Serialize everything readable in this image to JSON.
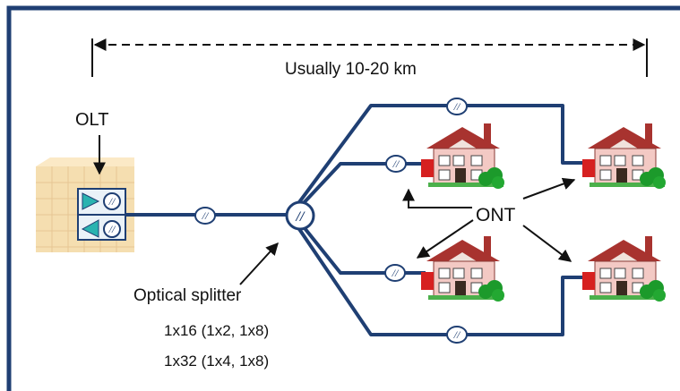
{
  "labels": {
    "distance": "Usually 10-20 km",
    "olt": "OLT",
    "ont": "ONT",
    "splitter": "Optical splitter",
    "config_1": "1x16 (1x2, 1x8)",
    "config_2": "1x32 (1x4, 1x8)",
    "fiber_marker": "//"
  },
  "nodes": {
    "olt": {
      "icon": "olt-rack-icon"
    },
    "splitter": {
      "icon": "splitter-icon"
    },
    "onts": [
      {
        "id": "ont-top-left",
        "icon": "house-icon"
      },
      {
        "id": "ont-top-right",
        "icon": "house-icon"
      },
      {
        "id": "ont-bottom-left",
        "icon": "house-icon"
      },
      {
        "id": "ont-bottom-right",
        "icon": "house-icon"
      }
    ]
  },
  "colors": {
    "frame": "#1f3f73",
    "fiber": "#1f3f73",
    "olt_body": "#f5deb0",
    "olt_port": "#2ab3b0",
    "roof": "#a8332f",
    "wall": "#f3c9c4",
    "tree": "#1c9a2b"
  }
}
